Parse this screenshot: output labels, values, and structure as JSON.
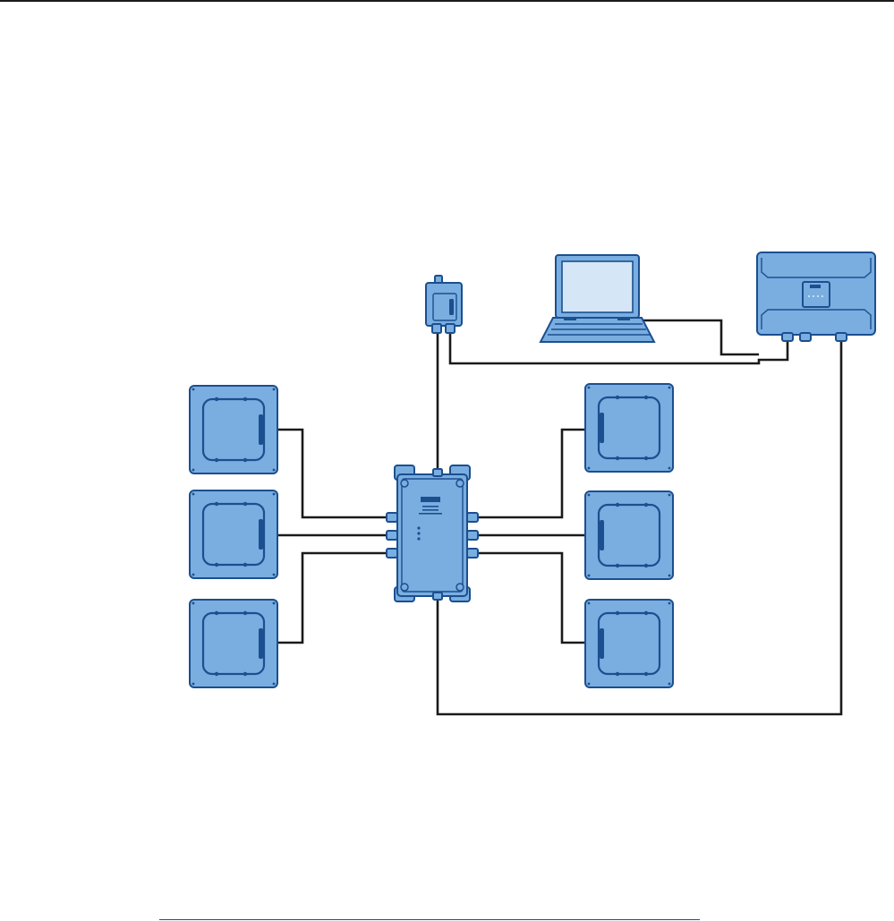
{
  "diagram": {
    "type": "system wiring illustration",
    "devices": [
      {
        "name": "antenna-left-top",
        "kind": "square antenna panel"
      },
      {
        "name": "antenna-left-middle",
        "kind": "square antenna panel"
      },
      {
        "name": "antenna-left-bottom",
        "kind": "square antenna panel"
      },
      {
        "name": "antenna-right-top",
        "kind": "square antenna panel"
      },
      {
        "name": "antenna-right-middle",
        "kind": "square antenna panel"
      },
      {
        "name": "antenna-right-bottom",
        "kind": "square antenna panel"
      },
      {
        "name": "central-hub-box",
        "kind": "multiplexer / junction box"
      },
      {
        "name": "small-module",
        "kind": "small enclosure with connectors"
      },
      {
        "name": "laptop",
        "kind": "notebook computer"
      },
      {
        "name": "reader-unit",
        "kind": "wall-mounted control unit"
      }
    ],
    "colors": {
      "device_fill": "#7aaee0",
      "device_outline": "#1b4f8f",
      "cable": "#1a1a1a",
      "screen": "#d5e6f7"
    }
  }
}
